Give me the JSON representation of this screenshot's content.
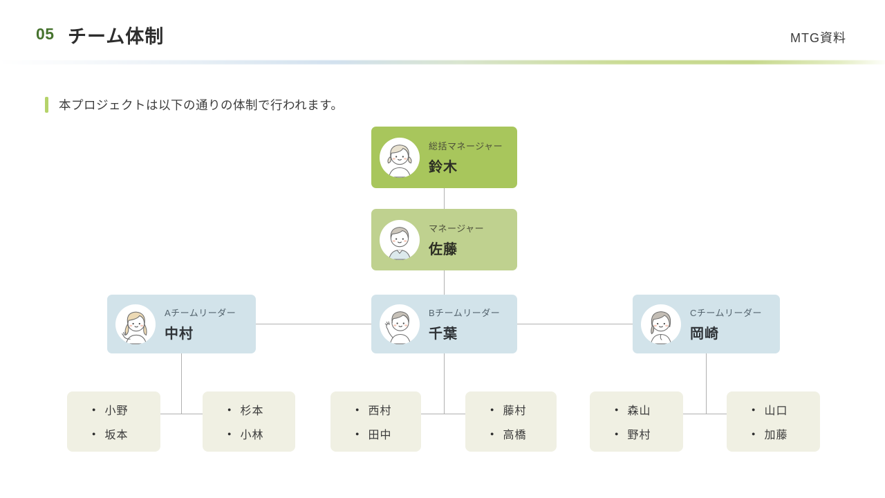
{
  "header": {
    "page_number": "05",
    "title": "チーム体制",
    "corner_label": "MTG資料"
  },
  "lead": {
    "text": "本プロジェクトは以下の通りの体制で行われます。"
  },
  "org": {
    "top": {
      "role": "総括マネージャー",
      "name": "鈴木"
    },
    "manager": {
      "role": "マネージャー",
      "name": "佐藤"
    },
    "leaders": [
      {
        "role": "Aチームリーダー",
        "name": "中村"
      },
      {
        "role": "Bチームリーダー",
        "name": "千葉"
      },
      {
        "role": "Cチームリーダー",
        "name": "岡崎"
      }
    ],
    "groups": [
      {
        "members": [
          "小野",
          "坂本"
        ]
      },
      {
        "members": [
          "杉本",
          "小林"
        ]
      },
      {
        "members": [
          "西村",
          "田中"
        ]
      },
      {
        "members": [
          "藤村",
          "高橋"
        ]
      },
      {
        "members": [
          "森山",
          "野村"
        ]
      },
      {
        "members": [
          "山口",
          "加藤"
        ]
      }
    ]
  },
  "colors": {
    "accent_green_dark": "#46732e",
    "accent_bar": "#b5d36a",
    "node_top_bg": "#a8c65c",
    "node_manager_bg": "#bfd18f",
    "node_leader_bg": "#d2e3ea",
    "node_member_bg": "#f0f0e3",
    "connector": "#b0b0b0"
  }
}
